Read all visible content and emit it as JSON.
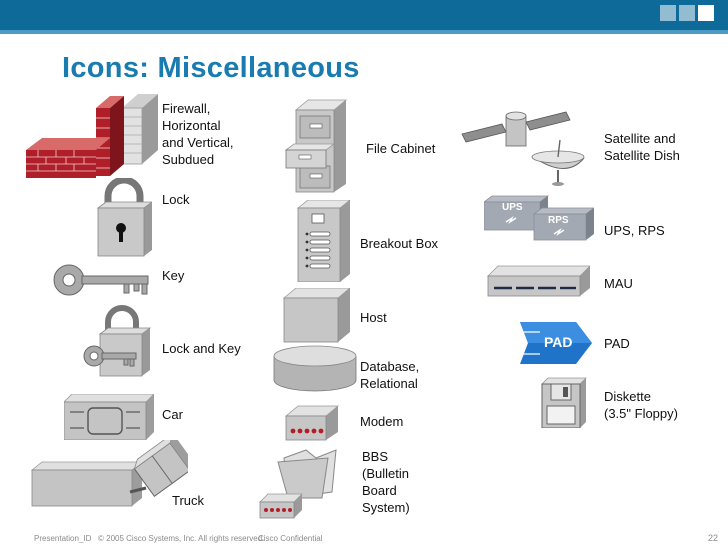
{
  "slide_title": "Icons: Miscellaneous",
  "labels": {
    "firewall": "Firewall,\nHorizontal\nand Vertical,\nSubdued",
    "lock": "Lock",
    "key": "Key",
    "lock_and_key": "Lock and Key",
    "car": "Car",
    "truck": "Truck",
    "file_cabinet": "File Cabinet",
    "breakout_box": "Breakout Box",
    "host": "Host",
    "database": "Database,\nRelational",
    "modem": "Modem",
    "bbs": "BBS\n(Bulletin\nBoard\nSystem)",
    "satellite": "Satellite and\nSatellite Dish",
    "ups_rps": "UPS, RPS",
    "mau": "MAU",
    "pad": "PAD",
    "diskette": "Diskette\n(3.5\" Floppy)"
  },
  "icon_text": {
    "ups": "UPS",
    "rps": "RPS",
    "pad": "PAD"
  },
  "footer": {
    "presentation_id": "Presentation_ID",
    "copyright": "© 2005 Cisco Systems, Inc. All rights reserved.",
    "confidential": "Cisco Confidential",
    "page_number": "22"
  },
  "colors": {
    "header_blue": "#0e6a99",
    "title_blue": "#1a7bb0",
    "brick_red": "#b01e2a",
    "pad_blue": "#1f73c9"
  }
}
